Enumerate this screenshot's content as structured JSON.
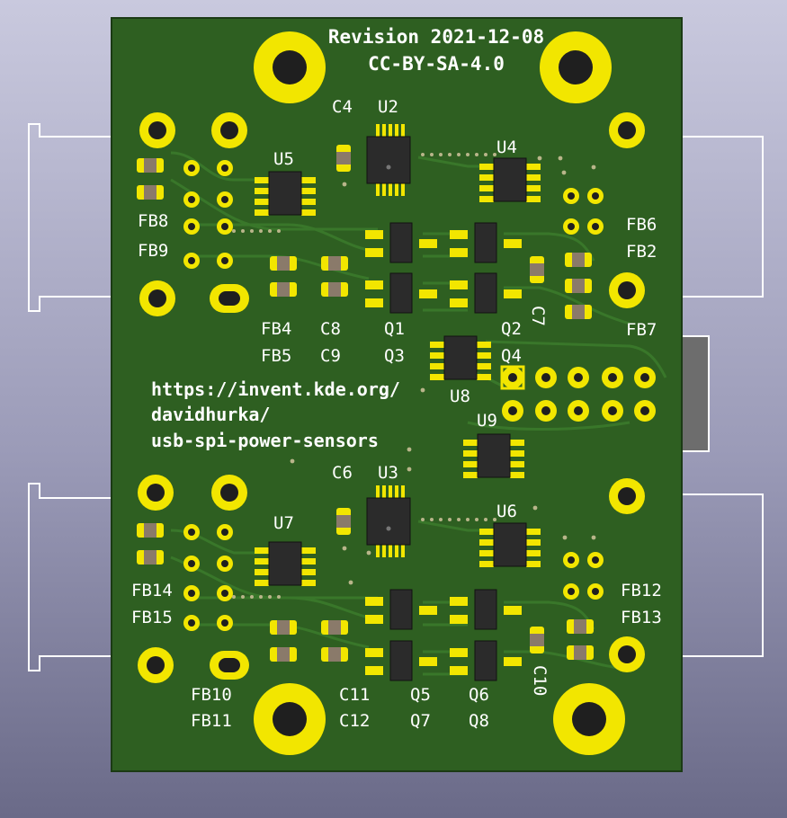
{
  "board": {
    "revision": "Revision 2021-12-08",
    "license": "CC-BY-SA-4.0",
    "url_lines": [
      "https://invent.kde.org/",
      "davidhurka/",
      "usb-spi-power-sensors"
    ]
  },
  "designators": {
    "C4": "C4",
    "U2": "U2",
    "U4": "U4",
    "U5": "U5",
    "FB8": "FB8",
    "FB9": "FB9",
    "FB6": "FB6",
    "FB2": "FB2",
    "FB7": "FB7",
    "FB4": "FB4",
    "FB5": "FB5",
    "C8": "C8",
    "C9": "C9",
    "Q1": "Q1",
    "Q2": "Q2",
    "Q3": "Q3",
    "Q4": "Q4",
    "C7": "C7",
    "U8": "U8",
    "U9": "U9",
    "C6": "C6",
    "U3": "U3",
    "U6": "U6",
    "U7": "U7",
    "FB14": "FB14",
    "FB15": "FB15",
    "FB12": "FB12",
    "FB13": "FB13",
    "FB10": "FB10",
    "FB11": "FB11",
    "C11": "C11",
    "C12": "C12",
    "Q5": "Q5",
    "Q6": "Q6",
    "Q7": "Q7",
    "Q8": "Q8",
    "C10": "C10"
  },
  "colors": {
    "board": "#2e5f21",
    "copper_pad": "#f2e600",
    "silkscreen": "#ffffff",
    "chip_body": "#2b2b2b",
    "connector_outline": "#ffffff"
  }
}
